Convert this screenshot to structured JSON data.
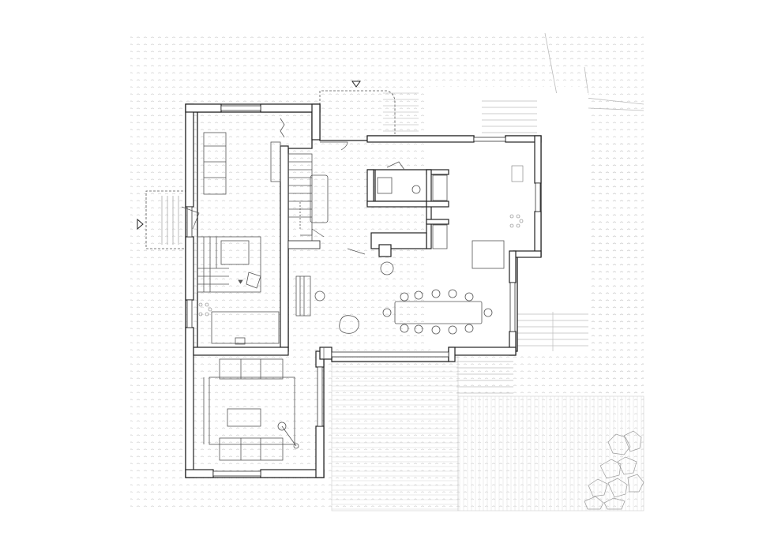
{
  "drawing": {
    "type": "architectural floor plan",
    "text_labels": [],
    "colors": {
      "background": "#ffffff",
      "wall_fill": "#ffffff",
      "wall_stroke": "#222222",
      "furniture_stroke": "#555555",
      "site_stroke": "#bbbbbb",
      "hatch_dot": "#c8c8c8"
    },
    "elements": {
      "entrance_markers": [
        "triangle-marker-north",
        "triangle-marker-west"
      ],
      "rooms": [
        "living-room",
        "studio-room",
        "hall",
        "kitchen-dining",
        "bathroom-core"
      ],
      "exterior": [
        "terrace-deck",
        "garden-steps",
        "paving-area",
        "shrubs"
      ]
    }
  }
}
